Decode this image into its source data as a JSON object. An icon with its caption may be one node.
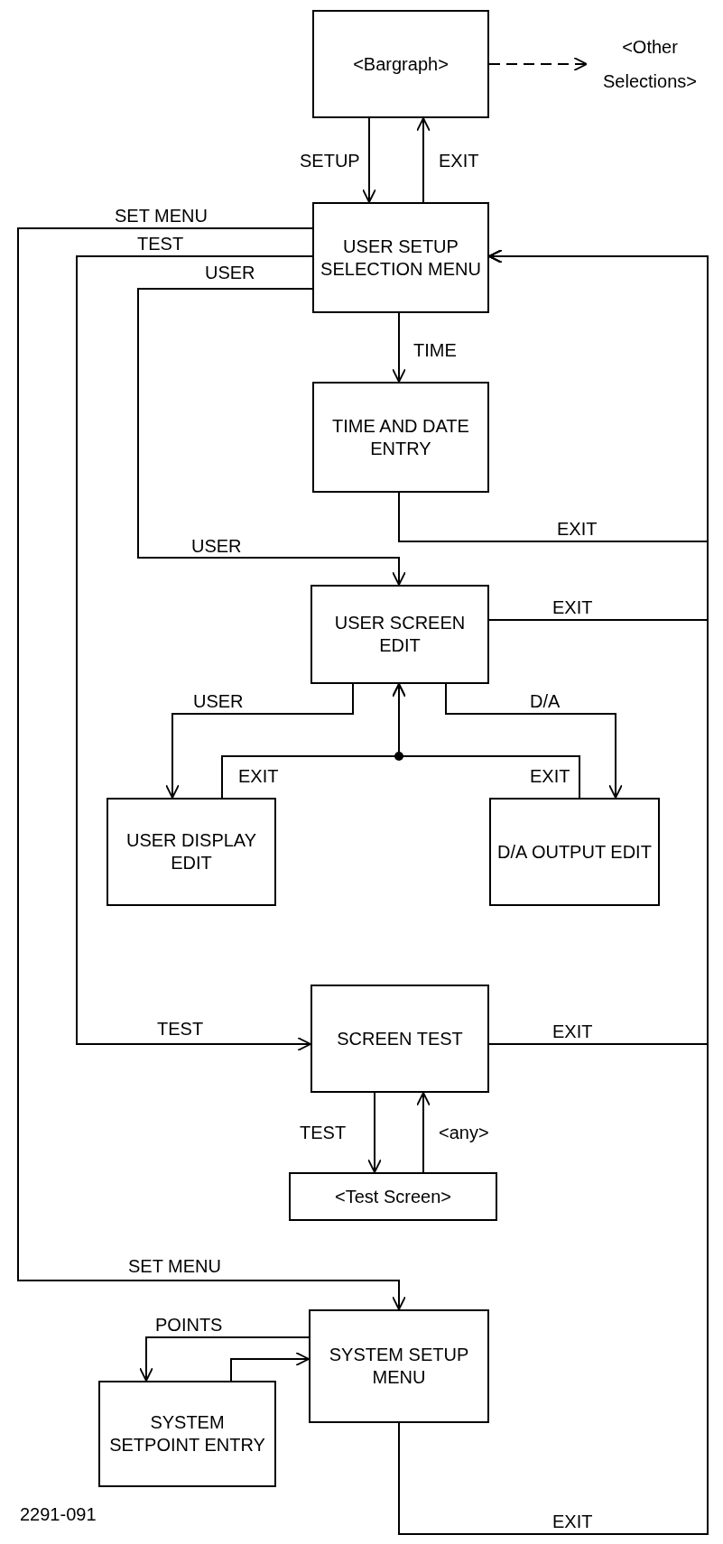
{
  "diagram": {
    "nodes": [
      {
        "text": [
          "<Bargraph>"
        ]
      },
      {
        "text": [
          "<Other Selections>"
        ]
      },
      {
        "text": [
          "USER SETUP SELECTION MENU"
        ]
      },
      {
        "text": [
          "TIME AND DATE ENTRY"
        ]
      },
      {
        "text": [
          "USER SCREEN EDIT"
        ]
      },
      {
        "text": [
          "USER DISPLAY EDIT"
        ]
      },
      {
        "text": [
          "D/A OUTPUT EDIT"
        ]
      },
      {
        "text": [
          "SCREEN TEST"
        ]
      },
      {
        "text": [
          "<Test Screen>"
        ]
      },
      {
        "text": [
          "SYSTEM SETUP MENU"
        ]
      },
      {
        "text": [
          "SYSTEM SETPOINT ENTRY"
        ]
      }
    ],
    "edges": [
      {
        "from": 0,
        "to": 2,
        "arrow": "to",
        "label": "SETUP"
      },
      {
        "from": 2,
        "to": 0,
        "arrow": "to",
        "label": "EXIT"
      },
      {
        "from": 0,
        "to": 1,
        "arrow": "to",
        "style": "dashed"
      },
      {
        "from": 2,
        "to": 9,
        "arrow": "to",
        "label": "SET MENU"
      },
      {
        "from": 2,
        "to": 7,
        "arrow": "to",
        "label": "TEST"
      },
      {
        "from": 2,
        "to": 4,
        "arrow": "to",
        "label": "USER"
      },
      {
        "from": 2,
        "to": 3,
        "arrow": "to",
        "label": "TIME"
      },
      {
        "from": 3,
        "to": 2,
        "arrow": "to",
        "label": "EXIT"
      },
      {
        "from": 4,
        "to": 2,
        "arrow": "to",
        "label": "EXIT"
      },
      {
        "from": 4,
        "to": 5,
        "arrow": "to",
        "label": "USER"
      },
      {
        "from": 4,
        "to": 6,
        "arrow": "to",
        "label": "D/A"
      },
      {
        "from": 5,
        "to": 4,
        "arrow": "to",
        "label": "EXIT"
      },
      {
        "from": 6,
        "to": 4,
        "arrow": "to",
        "label": "EXIT"
      },
      {
        "from": 7,
        "to": 8,
        "arrow": "to",
        "label": "TEST"
      },
      {
        "from": 8,
        "to": 7,
        "arrow": "to",
        "label": "<any>"
      },
      {
        "from": 7,
        "to": 2,
        "arrow": "to",
        "label": "EXIT"
      },
      {
        "from": 9,
        "to": 10,
        "arrow": "to",
        "label": "POINTS"
      },
      {
        "from": 10,
        "to": 9,
        "arrow": "to"
      },
      {
        "from": 9,
        "to": 2,
        "arrow": "to",
        "label": "EXIT"
      }
    ],
    "labels": [
      "USER",
      "TEST",
      "SET MENU",
      "2291-091"
    ]
  }
}
